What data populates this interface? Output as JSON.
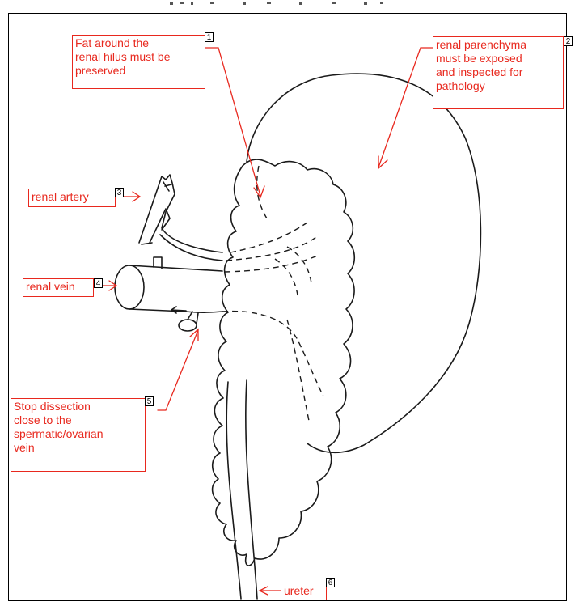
{
  "colors": {
    "annotation": "#e8281e",
    "ink": "#1a1a1a",
    "frame": "#000000"
  },
  "callouts": [
    {
      "id": "1",
      "text": "Fat around the\nrenal hilus must be\npreserved"
    },
    {
      "id": "2",
      "text": "renal parenchyma\nmust be exposed\nand inspected for\npathology"
    },
    {
      "id": "3",
      "text": "renal artery"
    },
    {
      "id": "4",
      "text": "renal vein"
    },
    {
      "id": "5",
      "text": "Stop dissection\nclose to the\nspermatic/ovarian\nvein"
    },
    {
      "id": "6",
      "text": "ureter"
    }
  ]
}
